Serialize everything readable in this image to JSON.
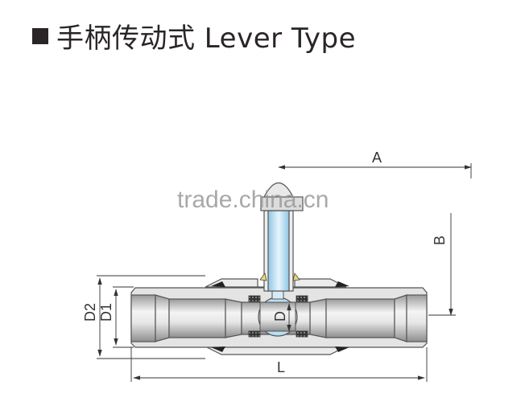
{
  "title": {
    "bullet": "■",
    "text": "手柄传动式 Lever Type"
  },
  "diagram": {
    "name": "lever-type-ball-valve",
    "dimension_labels": {
      "A": "A",
      "B": "B",
      "D": "D",
      "D1": "D1",
      "D2": "D2",
      "L": "L"
    },
    "watermark": "trade.china.cn",
    "colors": {
      "body": "#e2e2e2",
      "outline": "#555555",
      "stem": "#bfe3f5",
      "ball": "#cfe9f7",
      "seal": "#444444",
      "weld_triangle": "#e8d96a"
    }
  }
}
